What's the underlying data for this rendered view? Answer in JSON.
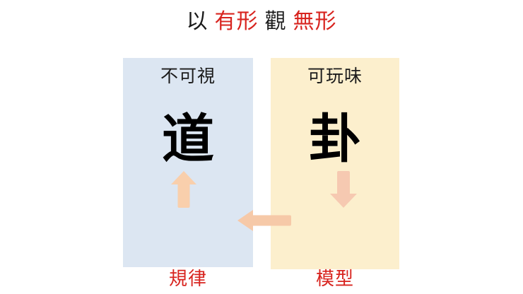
{
  "title": {
    "parts": [
      {
        "text": "以",
        "color": "#1a1a1a"
      },
      {
        "text": "有形",
        "color": "#d8241f"
      },
      {
        "text": "觀",
        "color": "#1a1a1a"
      },
      {
        "text": "無形",
        "color": "#d8241f"
      }
    ],
    "full_text": "以 有形 觀 無形"
  },
  "panels": {
    "left": {
      "header": "不可視",
      "glyph": "道",
      "label": "規律",
      "background": "#dce6f2",
      "label_color": "#d8241f"
    },
    "right": {
      "header": "可玩味",
      "glyph": "卦",
      "label": "模型",
      "background": "#fcefcd",
      "label_color": "#d8241f"
    }
  },
  "arrows": {
    "up": {
      "direction": "up",
      "color": "#f9cfac"
    },
    "down": {
      "direction": "down",
      "color": "#f6c9b1"
    },
    "left": {
      "direction": "left",
      "color": "#f6c9a8"
    }
  },
  "colors": {
    "accent_red": "#d8241f",
    "panel_blue": "#dce6f2",
    "panel_yellow": "#fcefcd",
    "arrow_peach": "#f9cfac",
    "text_black": "#1a1a1a",
    "page_background": "#ffffff"
  }
}
